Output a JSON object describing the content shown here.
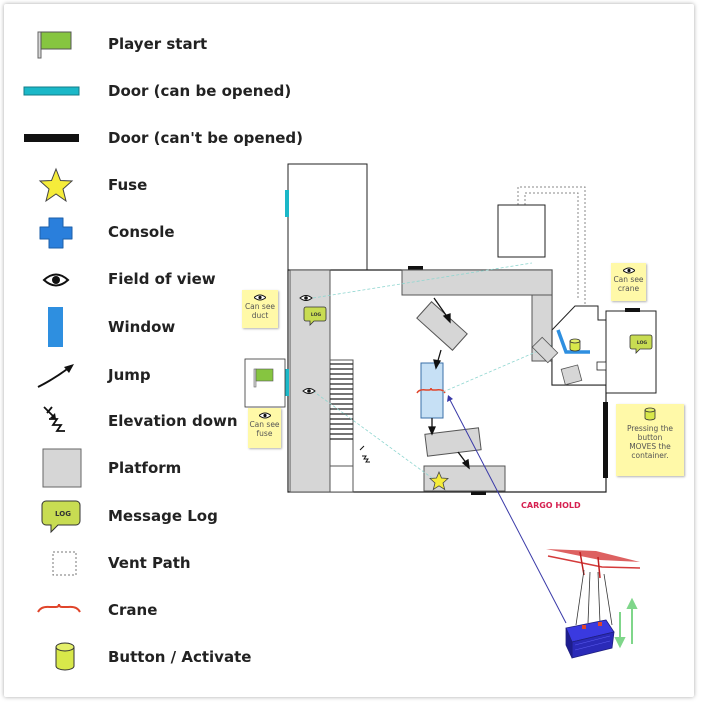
{
  "legend": [
    {
      "icon": "flag-icon",
      "label": "Player start"
    },
    {
      "icon": "door-open-icon",
      "label": "Door (can be opened)"
    },
    {
      "icon": "door-locked-icon",
      "label": "Door (can't be opened)"
    },
    {
      "icon": "fuse-star-icon",
      "label": "Fuse"
    },
    {
      "icon": "console-cross-icon",
      "label": "Console"
    },
    {
      "icon": "eye-icon",
      "label": "Field of view"
    },
    {
      "icon": "window-icon",
      "label": "Window"
    },
    {
      "icon": "jump-arrow-icon",
      "label": "Jump"
    },
    {
      "icon": "elevation-down-icon",
      "label": "Elevation down"
    },
    {
      "icon": "platform-icon",
      "label": "Platform"
    },
    {
      "icon": "message-log-icon",
      "label": "Message Log"
    },
    {
      "icon": "vent-path-icon",
      "label": "Vent Path"
    },
    {
      "icon": "crane-icon",
      "label": "Crane"
    },
    {
      "icon": "button-cylinder-icon",
      "label": "Button / Activate"
    }
  ],
  "map": {
    "log_label": "LOG",
    "area_label": "CARGO HOLD",
    "notes": {
      "duct": [
        "Can see",
        "duct"
      ],
      "fuse": [
        "Can see",
        "fuse"
      ],
      "crane": [
        "Can see",
        "crane"
      ],
      "button": [
        "Pressing the",
        "button",
        "MOVES  the",
        "container."
      ]
    }
  },
  "colors": {
    "door_open": "#1bb8c8",
    "door_locked": "#111111",
    "flag": "#86c540",
    "fuse": "#f5ec3a",
    "console": "#2a7fdc",
    "window": "#2e8fe0",
    "platform": "#d6d6d6",
    "log": "#c8dc52",
    "crane": "#e0452b",
    "button": "#d8e84a",
    "note": "#fff9a8",
    "area_label": "#d62050"
  }
}
